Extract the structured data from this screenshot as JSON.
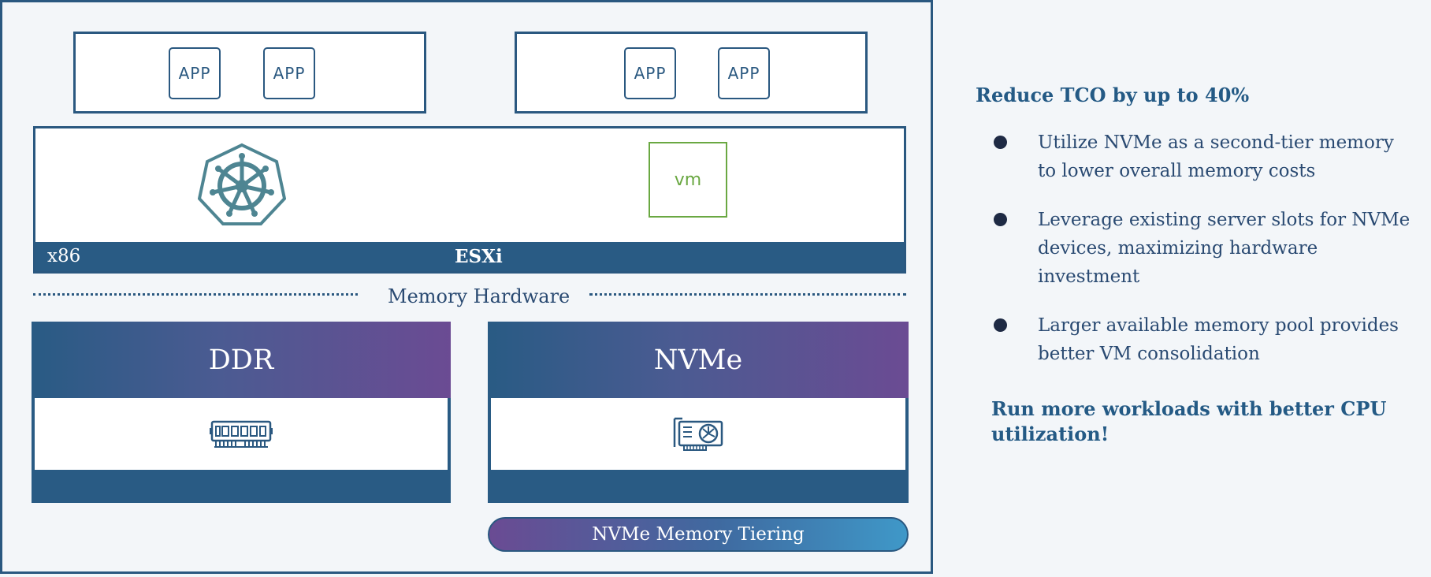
{
  "diagram": {
    "app_groups": [
      {
        "apps": [
          "APP",
          "APP"
        ]
      },
      {
        "apps": [
          "APP",
          "APP"
        ]
      }
    ],
    "hypervisor": {
      "left_label": "x86",
      "center_label": "ESXi",
      "kubernetes_icon": "kubernetes-helm-icon",
      "vm_label": "vm"
    },
    "memory_hardware_label": "Memory Hardware",
    "memory_cards": [
      {
        "title": "DDR",
        "icon": "ram-module-icon"
      },
      {
        "title": "NVMe",
        "icon": "nvme-card-icon"
      }
    ],
    "tiering_label": "NVMe Memory Tiering"
  },
  "side": {
    "heading": "Reduce TCO by up to 40%",
    "bullets": [
      "Utilize NVMe as a second-tier memory to lower overall memory costs",
      "Leverage existing server slots for NVMe devices, maximizing hardware investment",
      "Larger available memory pool provides better VM consolidation"
    ],
    "cta": "Run more workloads with better CPU utilization!"
  },
  "colors": {
    "primary": "#295b84",
    "purple": "#6b4b93",
    "vm_green": "#6aa842",
    "k8s_teal": "#4e8592"
  }
}
